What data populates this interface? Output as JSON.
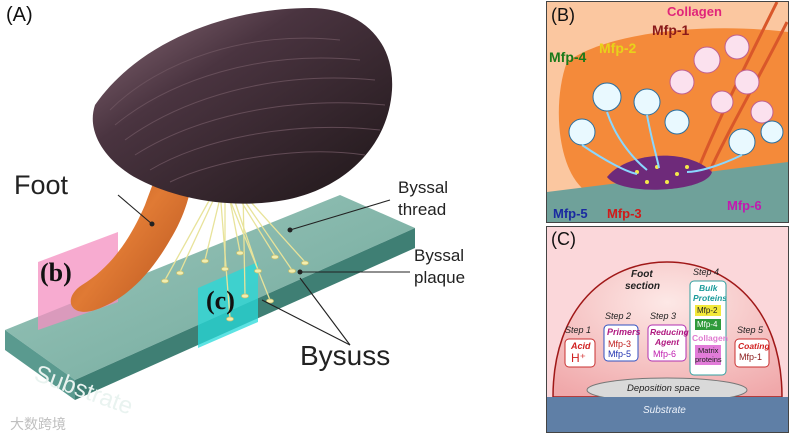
{
  "panel_a": {
    "letter": "(A)",
    "foot": "Foot",
    "byssal_thread_1": "Byssal",
    "byssal_thread_2": "thread",
    "byssal_plaque_1": "Byssal",
    "byssal_plaque_2": "plaque",
    "bysuss": "Bysuss",
    "substrate": "Substrate",
    "inset_b": "(b)",
    "inset_c": "(c)"
  },
  "panel_b": {
    "letter": "(B)",
    "collagen": "Collagen",
    "mfp1": "Mfp-1",
    "mfp2": "Mfp-2",
    "mfp4": "Mfp-4",
    "mfp5": "Mfp-5",
    "mfp3": "Mfp-3",
    "mfp6": "Mfp-6"
  },
  "panel_c": {
    "letter": "(C)",
    "foot_section_1": "Foot",
    "foot_section_2": "section",
    "step1": "Step 1",
    "step1_box1": "Acid",
    "step1_box2": "H⁺",
    "step2": "Step 2",
    "step2_box1": "Primers",
    "step2_box2": "Mfp-3",
    "step2_box3": "Mfp-5",
    "step3": "Step 3",
    "step3_box1": "Reducing",
    "step3_box2": "Agent",
    "step3_box3": "Mfp-6",
    "step4": "Step 4",
    "step4_box1": "Bulk",
    "step4_box2": "Proteins",
    "step4_mfp2": "Mfp-2",
    "step4_mfp4": "Mfp-4",
    "step4_collagen": "Collagen",
    "step4_matrix1": "Matrix",
    "step4_matrix2": "proteins",
    "step5": "Step 5",
    "step5_box1": "Coating",
    "step5_box2": "Mfp-1",
    "deposition": "Deposition space",
    "substrate": "Substrate"
  },
  "watermark": "大数跨境",
  "colors": {
    "substrate_top": "#7fb3a8",
    "substrate_side": "#4f8f84",
    "foot": "#d9692a",
    "shell": "#3a2a2e",
    "panel_b_bg": "#f7a868",
    "panel_c_bg": "#f6c5c9"
  }
}
